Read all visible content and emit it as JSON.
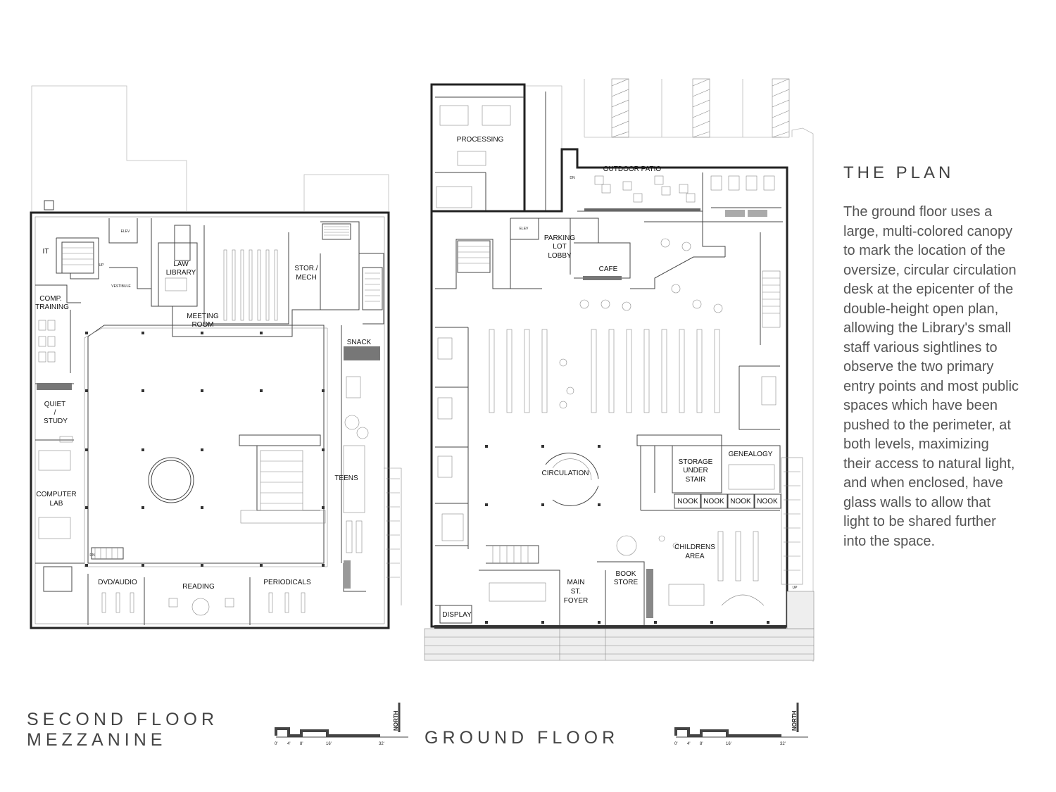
{
  "text_block": {
    "title": "THE PLAN",
    "body": "The ground floor uses a large, multi-colored canopy to mark the location of the oversize, circular circulation desk at the epicenter of the double-height open plan, allowing the Library's small staff various sightlines to observe the two primary entry points and most public spaces which have been pushed to the perimeter, at both levels, maximizing their access to natural light, and when enclosed, have glass walls to allow that light to be shared further into the space."
  },
  "second_floor": {
    "title_line1": "SECOND FLOOR",
    "title_line2": "MEZZANINE",
    "rooms": {
      "it": "IT",
      "elev": "ELEV",
      "up": "UP",
      "vestibule": "VESTIBULE",
      "law_library_1": "LAW",
      "law_library_2": "LIBRARY",
      "stor_mech_1": "STOR./",
      "stor_mech_2": "MECH",
      "comp_training_1": "COMP.",
      "comp_training_2": "TRAINING",
      "meeting_room_1": "MEETING",
      "meeting_room_2": "ROOM",
      "snack": "SNACK",
      "quiet_study_1": "QUIET",
      "quiet_study_2": "/",
      "quiet_study_3": "STUDY",
      "teens": "TEENS",
      "computer_lab_1": "COMPUTER",
      "computer_lab_2": "LAB",
      "dn": "DN",
      "dvd_audio": "DVD/AUDIO",
      "reading": "READING",
      "periodicals": "PERIODICALS"
    }
  },
  "ground_floor": {
    "title": "GROUND FLOOR",
    "rooms": {
      "processing": "PROCESSING",
      "outdoor_patio": "OUTDOOR PATIO",
      "dn": "DN",
      "elev": "ELEV",
      "parking_1": "PARKING",
      "parking_2": "LOT",
      "parking_3": "LOBBY",
      "cafe": "CAFE",
      "circulation": "CIRCULATION",
      "storage_1": "STORAGE",
      "storage_2": "UNDER",
      "storage_3": "STAIR",
      "genealogy": "GENEALOGY",
      "nook_1": "NOOK",
      "nook_2": "NOOK",
      "nook_3": "NOOK",
      "nook_4": "NOOK",
      "childrens_1": "CHILDRENS",
      "childrens_2": "AREA",
      "book_store_1": "BOOK",
      "book_store_2": "STORE",
      "main_foyer_1": "MAIN",
      "main_foyer_2": "ST.",
      "main_foyer_3": "FOYER",
      "display": "DISPLAY",
      "up": "UP"
    }
  },
  "scale_bar": {
    "ticks": [
      "0'",
      "4'",
      "8'",
      "16'",
      "32'"
    ],
    "north": "NORTH"
  }
}
